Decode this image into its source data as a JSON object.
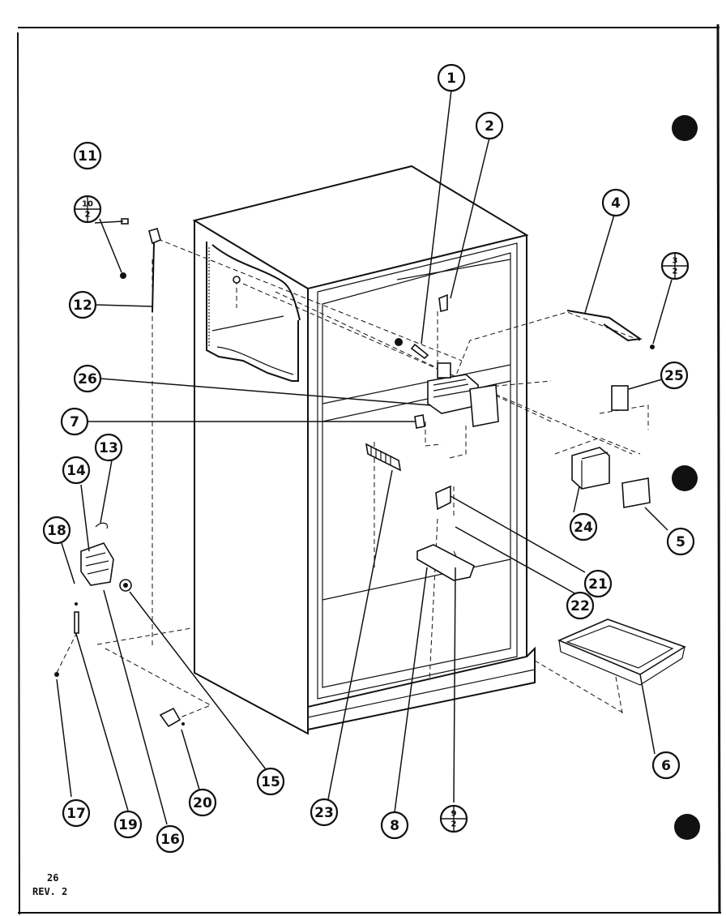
{
  "diagram": {
    "callouts": [
      {
        "id": "c1",
        "label": "1"
      },
      {
        "id": "c2",
        "label": "2"
      },
      {
        "id": "c3",
        "label": "3",
        "fraction": "3/2"
      },
      {
        "id": "c4",
        "label": "4"
      },
      {
        "id": "c5",
        "label": "5"
      },
      {
        "id": "c6",
        "label": "6"
      },
      {
        "id": "c7",
        "label": "7"
      },
      {
        "id": "c8",
        "label": "8"
      },
      {
        "id": "c9",
        "label": "9",
        "fraction": "9/2"
      },
      {
        "id": "c10",
        "label": "10",
        "fraction": "10/2"
      },
      {
        "id": "c11",
        "label": "11"
      },
      {
        "id": "c12",
        "label": "12"
      },
      {
        "id": "c13",
        "label": "13"
      },
      {
        "id": "c14",
        "label": "14"
      },
      {
        "id": "c15",
        "label": "15"
      },
      {
        "id": "c16",
        "label": "16"
      },
      {
        "id": "c17",
        "label": "17"
      },
      {
        "id": "c18",
        "label": "18"
      },
      {
        "id": "c19",
        "label": "19"
      },
      {
        "id": "c20",
        "label": "20"
      },
      {
        "id": "c21",
        "label": "21"
      },
      {
        "id": "c22",
        "label": "22"
      },
      {
        "id": "c23",
        "label": "23"
      },
      {
        "id": "c24",
        "label": "24"
      },
      {
        "id": "c25",
        "label": "25"
      },
      {
        "id": "c26",
        "label": "26"
      }
    ]
  },
  "footer": {
    "page": "26",
    "revision": "REV. 2"
  }
}
